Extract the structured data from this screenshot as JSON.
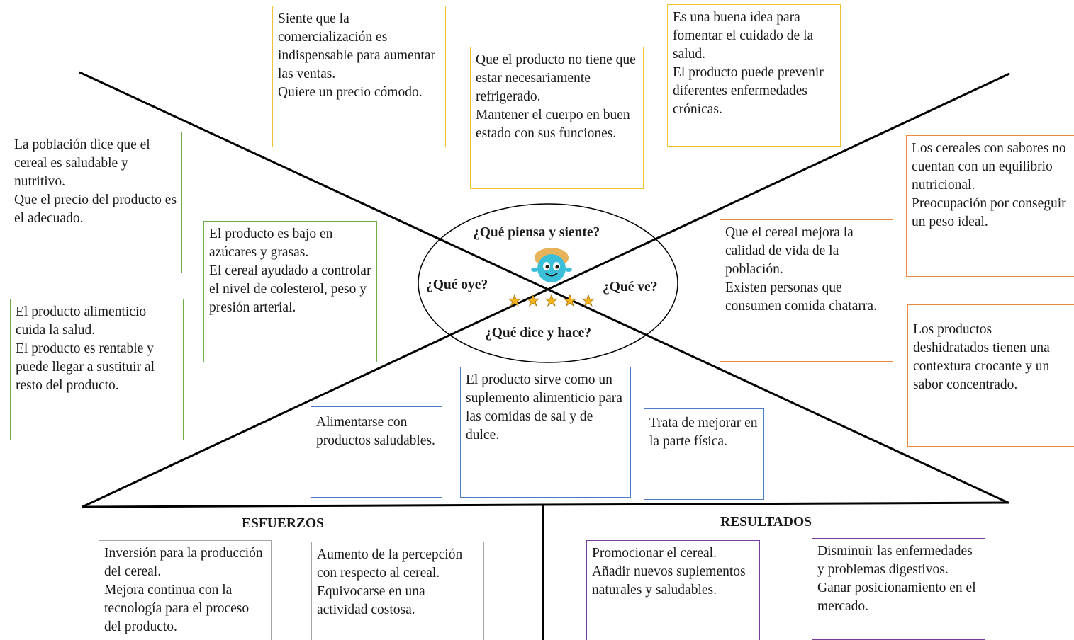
{
  "center": {
    "thinks_feels": "¿Qué piensa y siente?",
    "hears": "¿Qué oye?",
    "sees": "¿Qué ve?",
    "says_does": "¿Qué dice y hace?"
  },
  "notes": {
    "think_1": [
      "Siente que la comercialización es indispensable para aumentar las ventas.",
      "Quiere un precio cómodo."
    ],
    "think_2": [
      "Que el producto no tiene que estar necesariamente refrigerado.",
      "Mantener el cuerpo en buen estado con sus funciones."
    ],
    "think_3": [
      "Es una buena idea para fomentar el cuidado de la salud.",
      "El producto puede prevenir diferentes enfermedades crónicas."
    ],
    "hear_1": [
      "La población dice que el cereal es saludable y nutritivo.",
      "Que el precio del producto es el adecuado."
    ],
    "hear_2": [
      "El producto alimenticio cuida la salud.",
      "El producto es rentable y puede llegar a sustituir al resto del producto."
    ],
    "hear_3": [
      "El producto es bajo en azúcares y grasas.",
      "El cereal ayudado a controlar el nivel de colesterol, peso y presión arterial."
    ],
    "see_1": [
      "Que el cereal mejora la calidad de vida de la población.",
      "Existen personas que consumen comida chatarra."
    ],
    "see_2": [
      "Los cereales con sabores no cuentan con un equilibrio nutricional.",
      "Preocupación por conseguir un peso ideal."
    ],
    "see_3": [
      "Los productos deshidratados tienen una contextura crocante y un sabor concentrado."
    ],
    "say_1": [
      "Alimentarse con productos saludables."
    ],
    "say_2": [
      "El producto sirve como un suplemento alimenticio para las comidas de sal y de dulce."
    ],
    "say_3": [
      "Trata de mejorar en la parte física."
    ],
    "effort_1": [
      "Inversión para la producción del cereal.",
      "Mejora continua con la tecnología para el proceso del producto."
    ],
    "effort_2": [
      "Aumento de la percepción con respecto al cereal.",
      "Equivocarse en una actividad costosa."
    ],
    "result_1": [
      "Promocionar el cereal.",
      "Añadir nuevos suplementos naturales y saludables."
    ],
    "result_2": [
      "Disminuir las enfermedades y problemas digestivos.",
      "Ganar posicionamiento en el mercado."
    ]
  },
  "sections": {
    "efforts": "ESFUERZOS",
    "results": "RESULTADOS"
  },
  "colors": {
    "thinks": "#f3c232",
    "hears": "#6fae47",
    "sees": "#ec8a43",
    "says": "#4a7bc4",
    "efforts": "#a6a6a6",
    "results": "#7a3d9e"
  },
  "icons": [
    "smiling-character-icon",
    "star-icon"
  ]
}
